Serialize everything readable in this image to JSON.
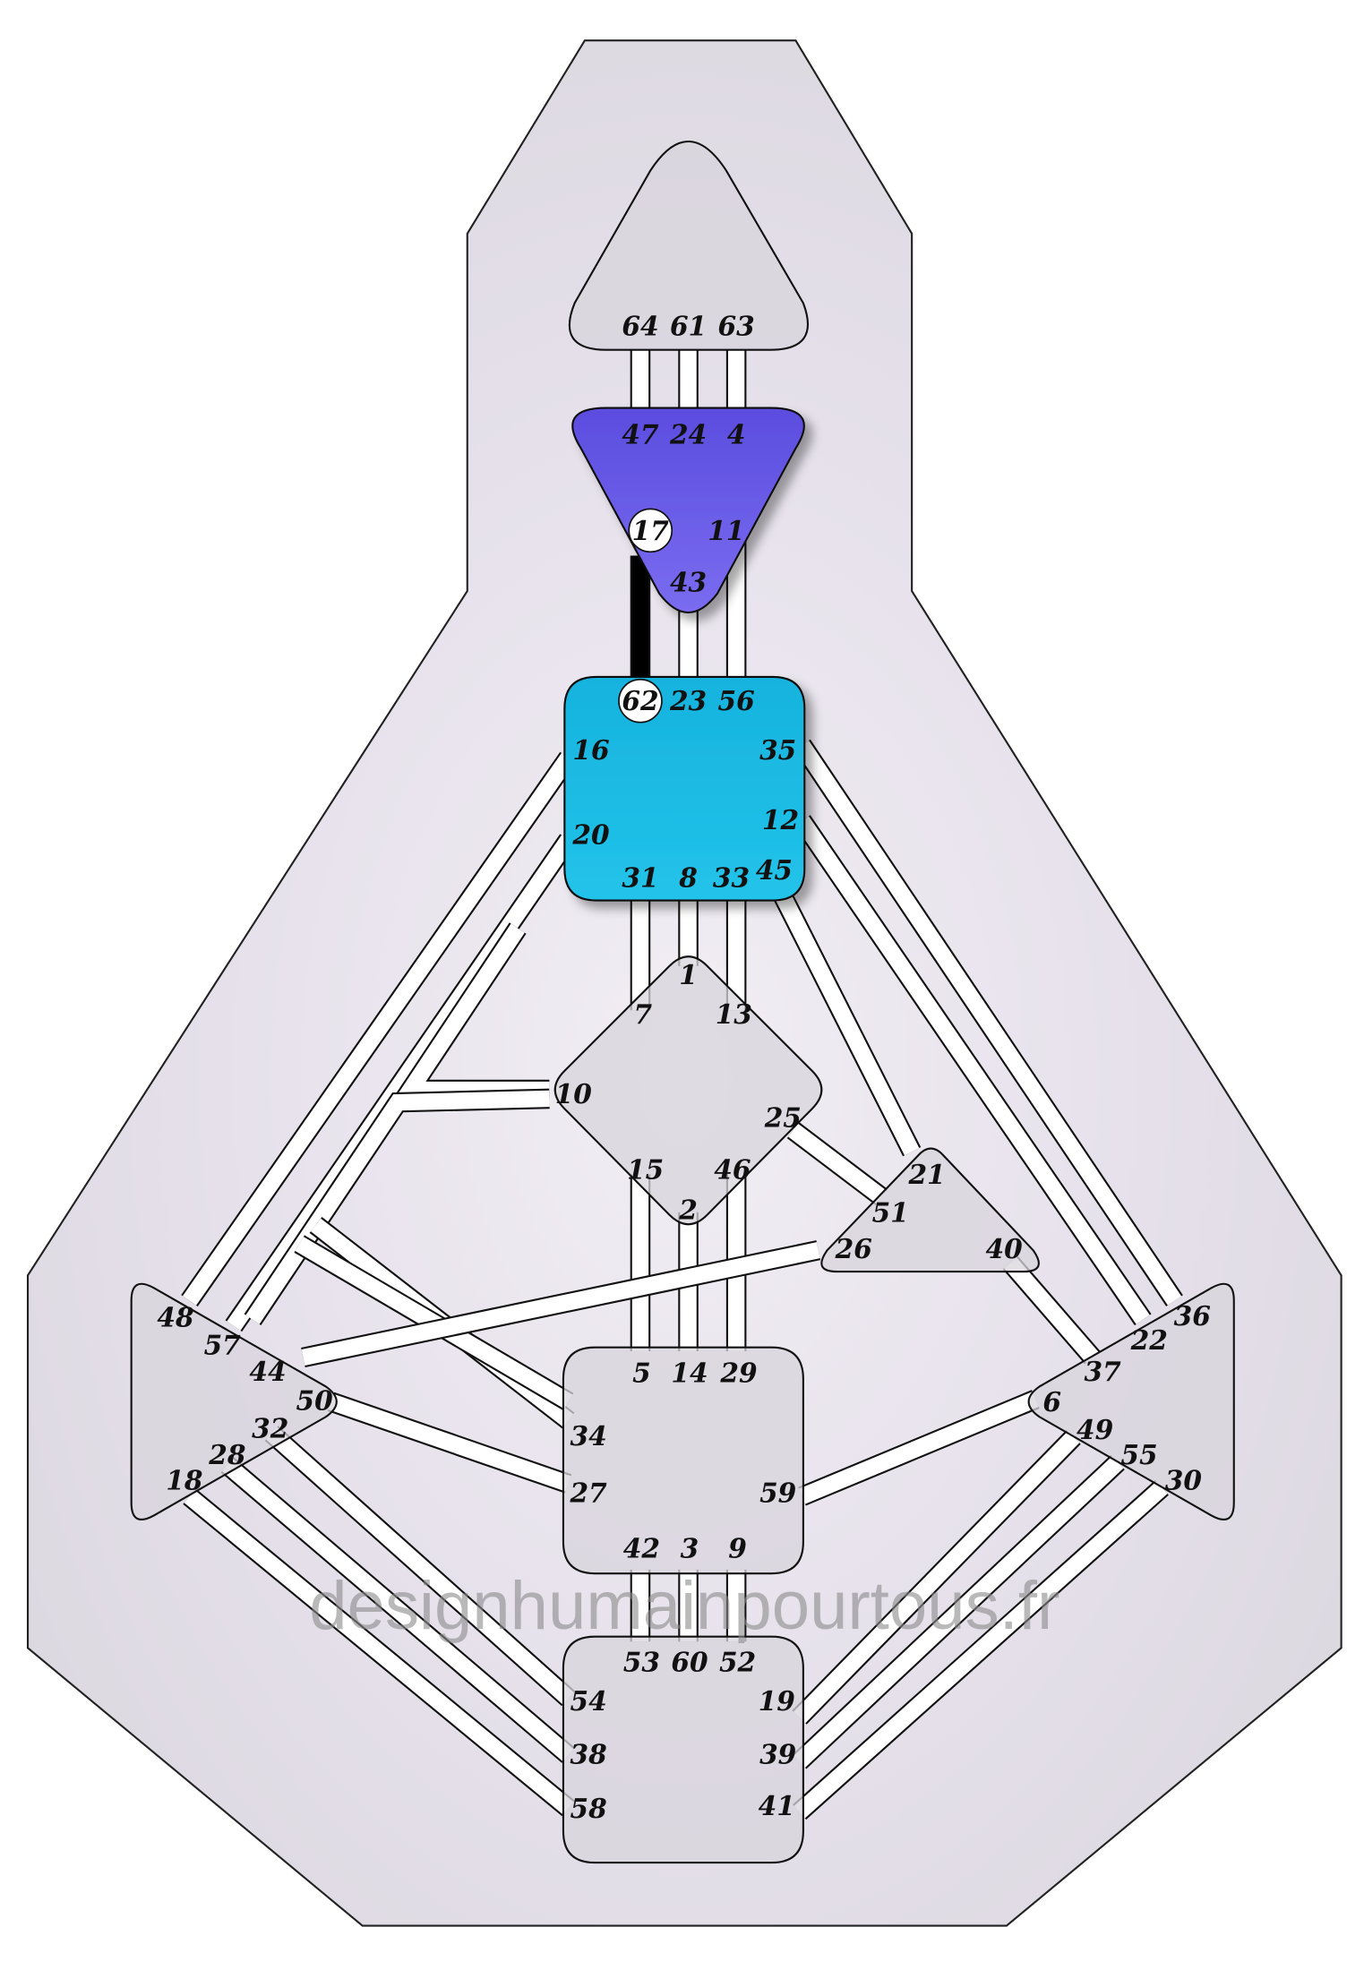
{
  "watermark": "designhumainpourtous.fr",
  "colors": {
    "ajna": "#5a4bdf",
    "throat": "#1bb9e0",
    "undefined": "#d8d4dc",
    "channel_open": "#ffffff",
    "channel_defined": "#000000",
    "body": "#e6e2ea"
  },
  "centers": {
    "head": {
      "gates": [
        "64",
        "61",
        "63"
      ],
      "defined": false
    },
    "ajna": {
      "gates": [
        "47",
        "24",
        "4",
        "17",
        "11",
        "43"
      ],
      "defined": true
    },
    "throat": {
      "gates": [
        "62",
        "23",
        "56",
        "16",
        "35",
        "20",
        "12",
        "31",
        "8",
        "33",
        "45"
      ],
      "defined": true
    },
    "g": {
      "gates": [
        "1",
        "7",
        "13",
        "10",
        "25",
        "15",
        "46",
        "2"
      ],
      "defined": false
    },
    "heart": {
      "gates": [
        "21",
        "51",
        "26",
        "40"
      ],
      "defined": false
    },
    "sacral": {
      "gates": [
        "5",
        "14",
        "29",
        "34",
        "27",
        "59",
        "42",
        "3",
        "9"
      ],
      "defined": false
    },
    "root": {
      "gates": [
        "53",
        "60",
        "52",
        "54",
        "19",
        "38",
        "39",
        "58",
        "41"
      ],
      "defined": false
    },
    "spleen": {
      "gates": [
        "48",
        "57",
        "44",
        "50",
        "32",
        "28",
        "18"
      ],
      "defined": false
    },
    "solar_plexus": {
      "gates": [
        "36",
        "22",
        "37",
        "6",
        "49",
        "55",
        "30"
      ],
      "defined": false
    }
  },
  "activated_gates": [
    "17",
    "62"
  ],
  "defined_channels": [
    "17-62"
  ]
}
